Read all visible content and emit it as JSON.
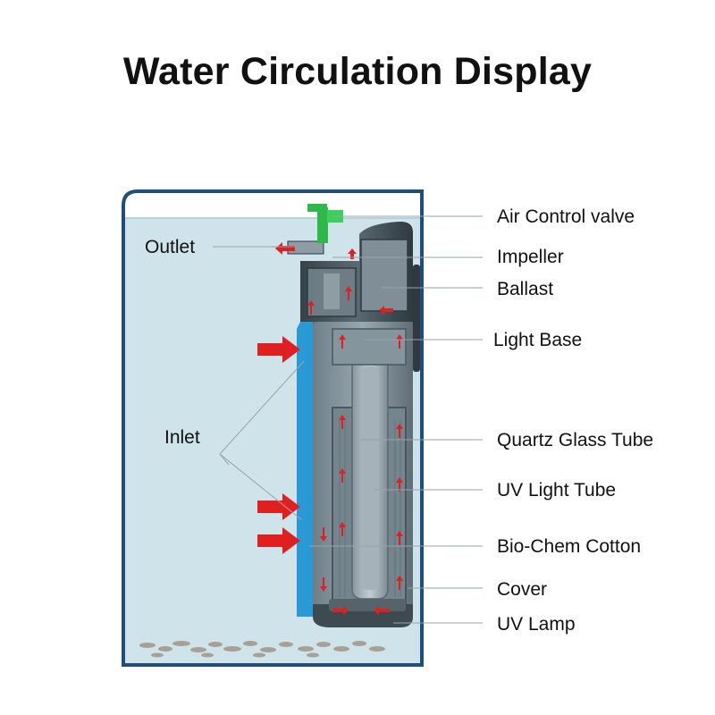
{
  "title": "Water Circulation Display",
  "labels": {
    "outlet": "Outlet",
    "inlet": "Inlet",
    "air_control_valve": "Air Control valve",
    "impeller": "Impeller",
    "ballast": "Ballast",
    "light_base": "Light Base",
    "quartz_glass_tube": "Quartz Glass Tube",
    "uv_light_tube": "UV Light Tube",
    "bio_chem_cotton": "Bio-Chem Cotton",
    "cover": "Cover",
    "uv_lamp": "UV Lamp"
  },
  "colors": {
    "water": "#cfe3ea",
    "tank_border": "#1d4f7a",
    "filter_body": "#7a8a93",
    "filter_dark": "#3e4a52",
    "inlet_panel": "#2a9ad6",
    "arrow": "#e02020",
    "valve": "#2fb84a"
  }
}
